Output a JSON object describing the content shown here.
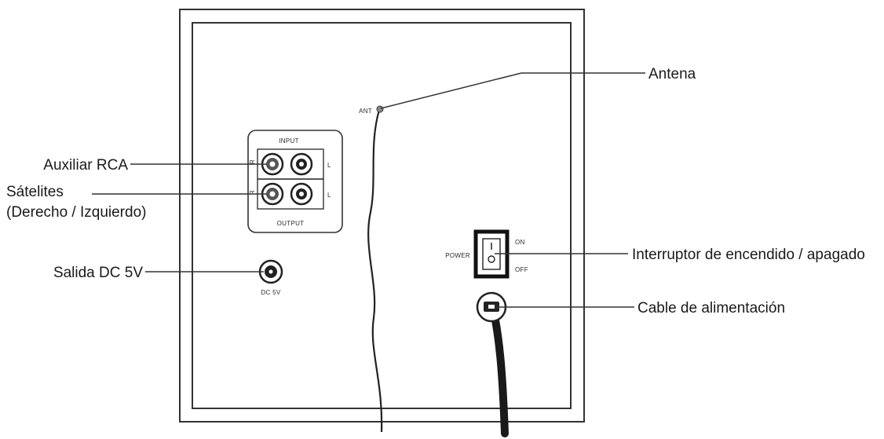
{
  "callouts": {
    "auxiliary": "Auxiliar RCA",
    "satellites_line1": "Sátelites",
    "satellites_line2": "(Derecho / Izquierdo)",
    "dc_output": "Salida DC 5V",
    "antenna": "Antena",
    "power_switch": "Interruptor de encendido / apagado",
    "power_cable": "Cable de alimentación"
  },
  "panel_labels": {
    "input": "INPUT",
    "output": "OUTPUT",
    "ant": "ANT",
    "dc_5v": "DC 5V",
    "power": "POWER",
    "on": "ON",
    "off": "OFF",
    "left_top": "L",
    "left_bottom": "L",
    "right_top": "R",
    "right_bottom": "R"
  },
  "colors": {
    "line": "#333333",
    "cable": "#1a1a1a",
    "panel_fill": "#ffffff"
  }
}
